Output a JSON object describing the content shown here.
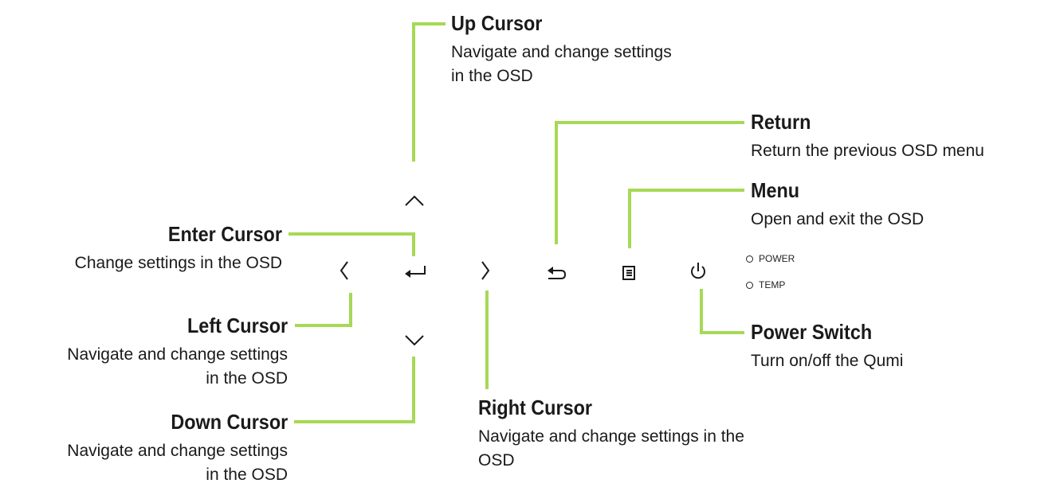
{
  "accent_color": "#a6d955",
  "callouts": {
    "up": {
      "title": "Up Cursor",
      "desc": [
        "Navigate and change settings",
        "in the OSD"
      ]
    },
    "return": {
      "title": "Return",
      "desc": [
        "Return the previous OSD menu"
      ]
    },
    "menu": {
      "title": "Menu",
      "desc": [
        "Open and exit the OSD"
      ]
    },
    "enter": {
      "title": "Enter Cursor",
      "desc": [
        "Change settings in the OSD"
      ]
    },
    "left": {
      "title": "Left Cursor",
      "desc": [
        "Navigate and change settings",
        "in the OSD"
      ]
    },
    "power": {
      "title": "Power Switch",
      "desc": [
        "Turn on/off the Qumi"
      ]
    },
    "right": {
      "title": "Right Cursor",
      "desc": [
        "Navigate and change settings in the",
        "OSD"
      ]
    },
    "down": {
      "title": "Down Cursor",
      "desc": [
        "Navigate and change settings",
        "in the OSD"
      ]
    }
  },
  "indicators": {
    "power": "POWER",
    "temp": "TEMP"
  },
  "icons": [
    "up-chevron-icon",
    "down-chevron-icon",
    "left-chevron-icon",
    "right-chevron-icon",
    "enter-icon",
    "return-icon",
    "menu-icon",
    "power-icon"
  ]
}
